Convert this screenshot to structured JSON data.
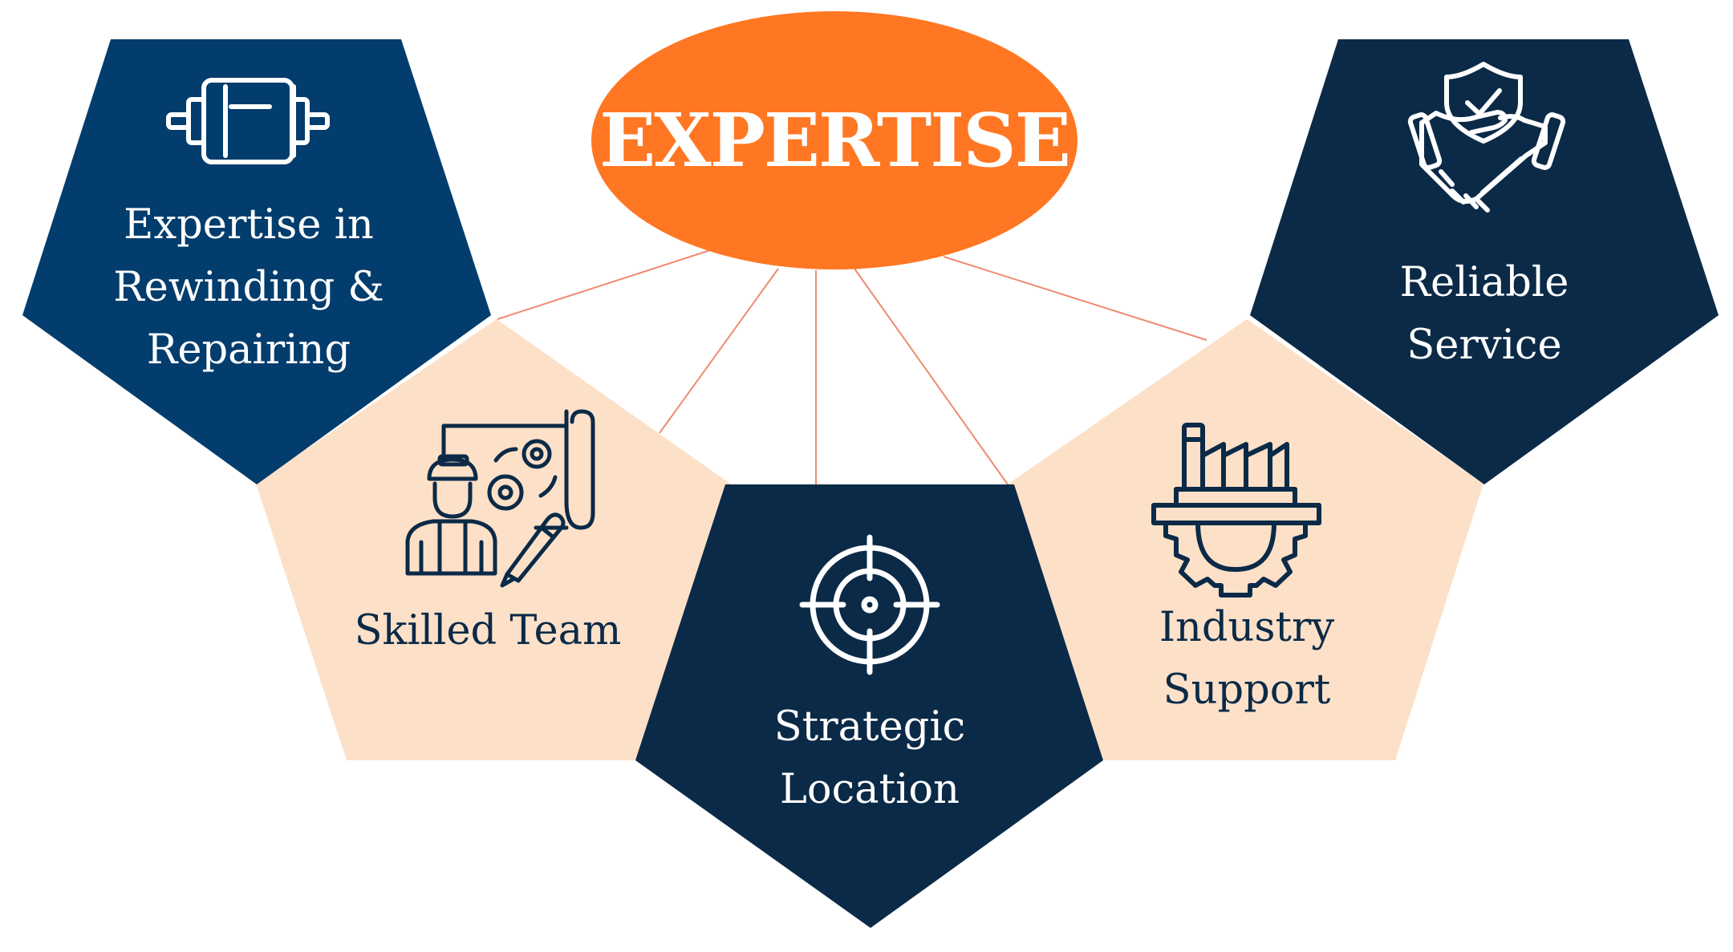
{
  "title": "EXPERTISE",
  "colors": {
    "hub": "#ff7722",
    "navy": "#023d6d",
    "darkNavy": "#0b2a47",
    "peach": "#fde0c8",
    "connector": "#f08a73",
    "white": "#ffffff"
  },
  "nodes": [
    {
      "id": "rewinding",
      "lines": [
        "Expertise in",
        "Rewinding &",
        "Repairing"
      ],
      "icon": "motor-icon"
    },
    {
      "id": "team",
      "lines": [
        "Skilled Team"
      ],
      "icon": "engineer-icon"
    },
    {
      "id": "location",
      "lines": [
        "Strategic",
        "Location"
      ],
      "icon": "target-icon"
    },
    {
      "id": "industry",
      "lines": [
        "Industry",
        "Support"
      ],
      "icon": "factory-gear-icon"
    },
    {
      "id": "service",
      "lines": [
        "Reliable",
        "Service"
      ],
      "icon": "handshake-shield-icon"
    }
  ]
}
